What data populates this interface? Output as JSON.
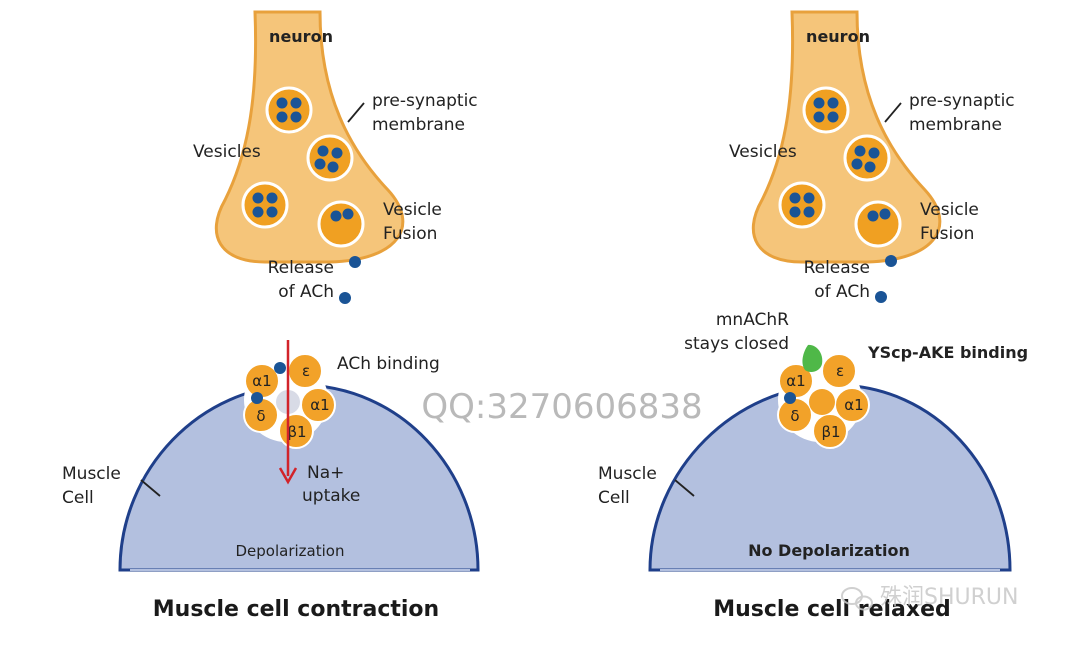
{
  "panels": [
    {
      "neuron": "neuron",
      "presynaptic": [
        "pre-synaptic",
        "membrane"
      ],
      "vesicles": "Vesicles",
      "fusion": [
        "Vesicle",
        "Fusion"
      ],
      "release": [
        "Release",
        "of ACh"
      ],
      "binding": "ACh binding",
      "sodium": [
        "Na+",
        "uptake"
      ],
      "muscle": [
        "Muscle",
        "Cell"
      ],
      "membrane_state": "Depolarization",
      "caption": "Muscle cell contraction",
      "subunits": [
        "α1",
        "ε",
        "α1",
        "β1",
        "δ"
      ]
    },
    {
      "neuron": "neuron",
      "presynaptic": [
        "pre-synaptic",
        "membrane"
      ],
      "vesicles": "Vesicles",
      "fusion": [
        "Vesicle",
        "Fusion"
      ],
      "release": [
        "Release",
        "of ACh"
      ],
      "channel_note": [
        "mnAChR",
        "stays closed"
      ],
      "binding": "YScp-AKE binding",
      "muscle": [
        "Muscle",
        "Cell"
      ],
      "membrane_state": "No Depolarization",
      "caption": "Muscle cell relaxed",
      "subunits": [
        "α1",
        "ε",
        "α1",
        "β1",
        "δ"
      ]
    }
  ],
  "watermark": "QQ:3270606838",
  "brand": "殊润SHURUN",
  "colors": {
    "neuron_fill": "#f5c57a",
    "neuron_edge": "#e8a13c",
    "vesicle": "#f0a022",
    "ach": "#1a5496",
    "muscle": "#b3c0df",
    "muscle_edge": "#1f3f8a",
    "receptor": "#f2a229",
    "arrow": "#d2232a",
    "peptide": "#4fb848"
  }
}
